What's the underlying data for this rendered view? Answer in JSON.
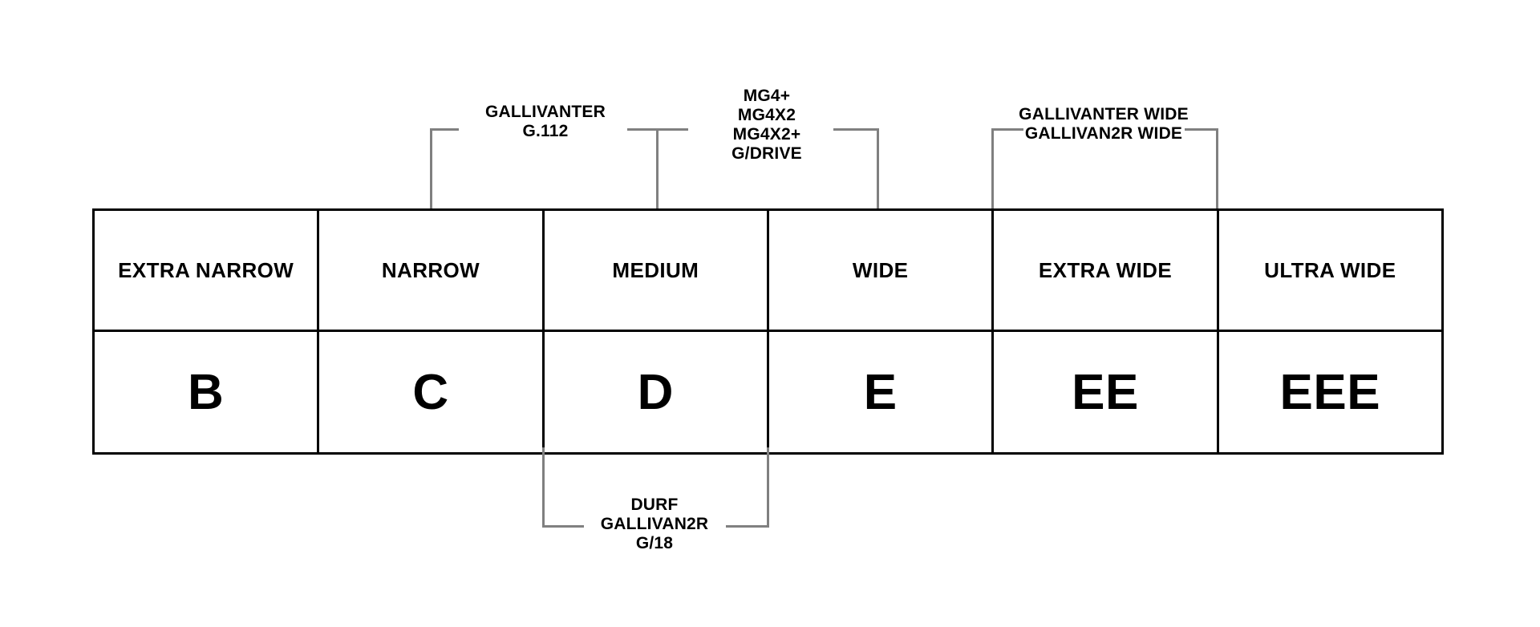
{
  "diagram": {
    "title_hidden": "",
    "colors": {
      "table_border": "#000000",
      "bracket_line": "#808080",
      "text": "#000000",
      "background": "#ffffff"
    },
    "table": {
      "column_headers": [
        "EXTRA NARROW",
        "NARROW",
        "MEDIUM",
        "WIDE",
        "EXTRA WIDE",
        "ULTRA WIDE"
      ],
      "letter_codes": [
        "B",
        "C",
        "D",
        "E",
        "EE",
        "EEE"
      ]
    },
    "brackets_top": [
      {
        "id": "gallivanter",
        "lines": [
          "GALLIVANTER",
          "G.112"
        ],
        "spans_columns": [
          "NARROW",
          "MEDIUM"
        ]
      },
      {
        "id": "mg4",
        "lines": [
          "MG4+",
          "MG4X2",
          "MG4X2+",
          "G/DRIVE"
        ],
        "spans_columns": [
          "MEDIUM",
          "WIDE"
        ]
      },
      {
        "id": "gallivanter-wide",
        "lines": [
          "GALLIVANTER WIDE",
          "GALLIVAN2R WIDE"
        ],
        "spans_columns": [
          "EXTRA WIDE",
          "ULTRA WIDE"
        ]
      }
    ],
    "brackets_bottom": [
      {
        "id": "durf",
        "lines": [
          "DURF",
          "GALLIVAN2R",
          "G/18"
        ],
        "spans_columns": [
          "MEDIUM",
          "WIDE"
        ]
      }
    ]
  }
}
